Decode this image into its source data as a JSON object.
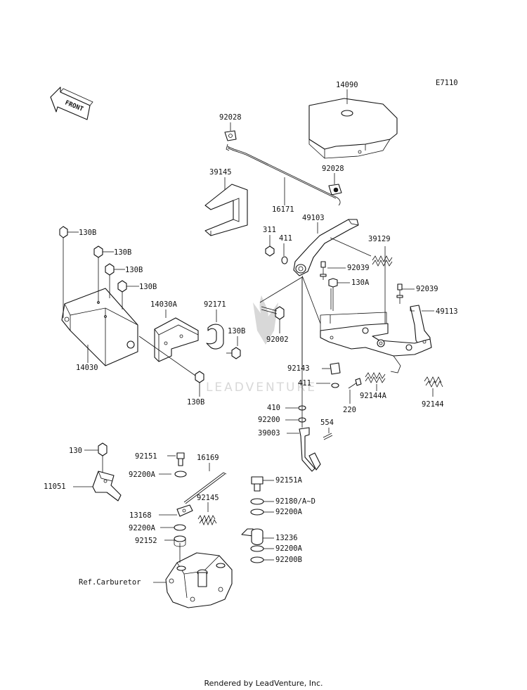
{
  "diagram_code": "E7110",
  "front_label": "FRONT",
  "watermark": "LEADVENTURE",
  "footer": "Rendered by LeadVenture, Inc.",
  "parts": {
    "p14090": "14090",
    "p92028a": "92028",
    "p92028b": "92028",
    "p39145": "39145",
    "p16171": "16171",
    "p49103": "49103",
    "p311": "311",
    "p411a": "411",
    "p39129": "39129",
    "p92039a": "92039",
    "p130a": "130A",
    "p92039b": "92039",
    "p49113": "49113",
    "p130b1": "130B",
    "p130b2": "130B",
    "p130b3": "130B",
    "p130b4": "130B",
    "p130b5": "130B",
    "p130b6": "130B",
    "p14030a": "14030A",
    "p92171": "92171",
    "p92002": "92002",
    "p14030": "14030",
    "p92143": "92143",
    "p411b": "411",
    "p220": "220",
    "p92144a": "92144A",
    "p92144": "92144",
    "p410": "410",
    "p92200": "92200",
    "p554": "554",
    "p39003": "39003",
    "p130": "130",
    "p11051": "11051",
    "p92151": "92151",
    "p92200a1": "92200A",
    "p16169": "16169",
    "p13168": "13168",
    "p92145": "92145",
    "p92200a2": "92200A",
    "p92152": "92152",
    "p92151a": "92151A",
    "p92180": "92180/A~D",
    "p92200a3": "92200A",
    "p13236": "13236",
    "p92200a4": "92200A",
    "p92200b": "92200B",
    "refcarb": "Ref.Carburetor"
  }
}
